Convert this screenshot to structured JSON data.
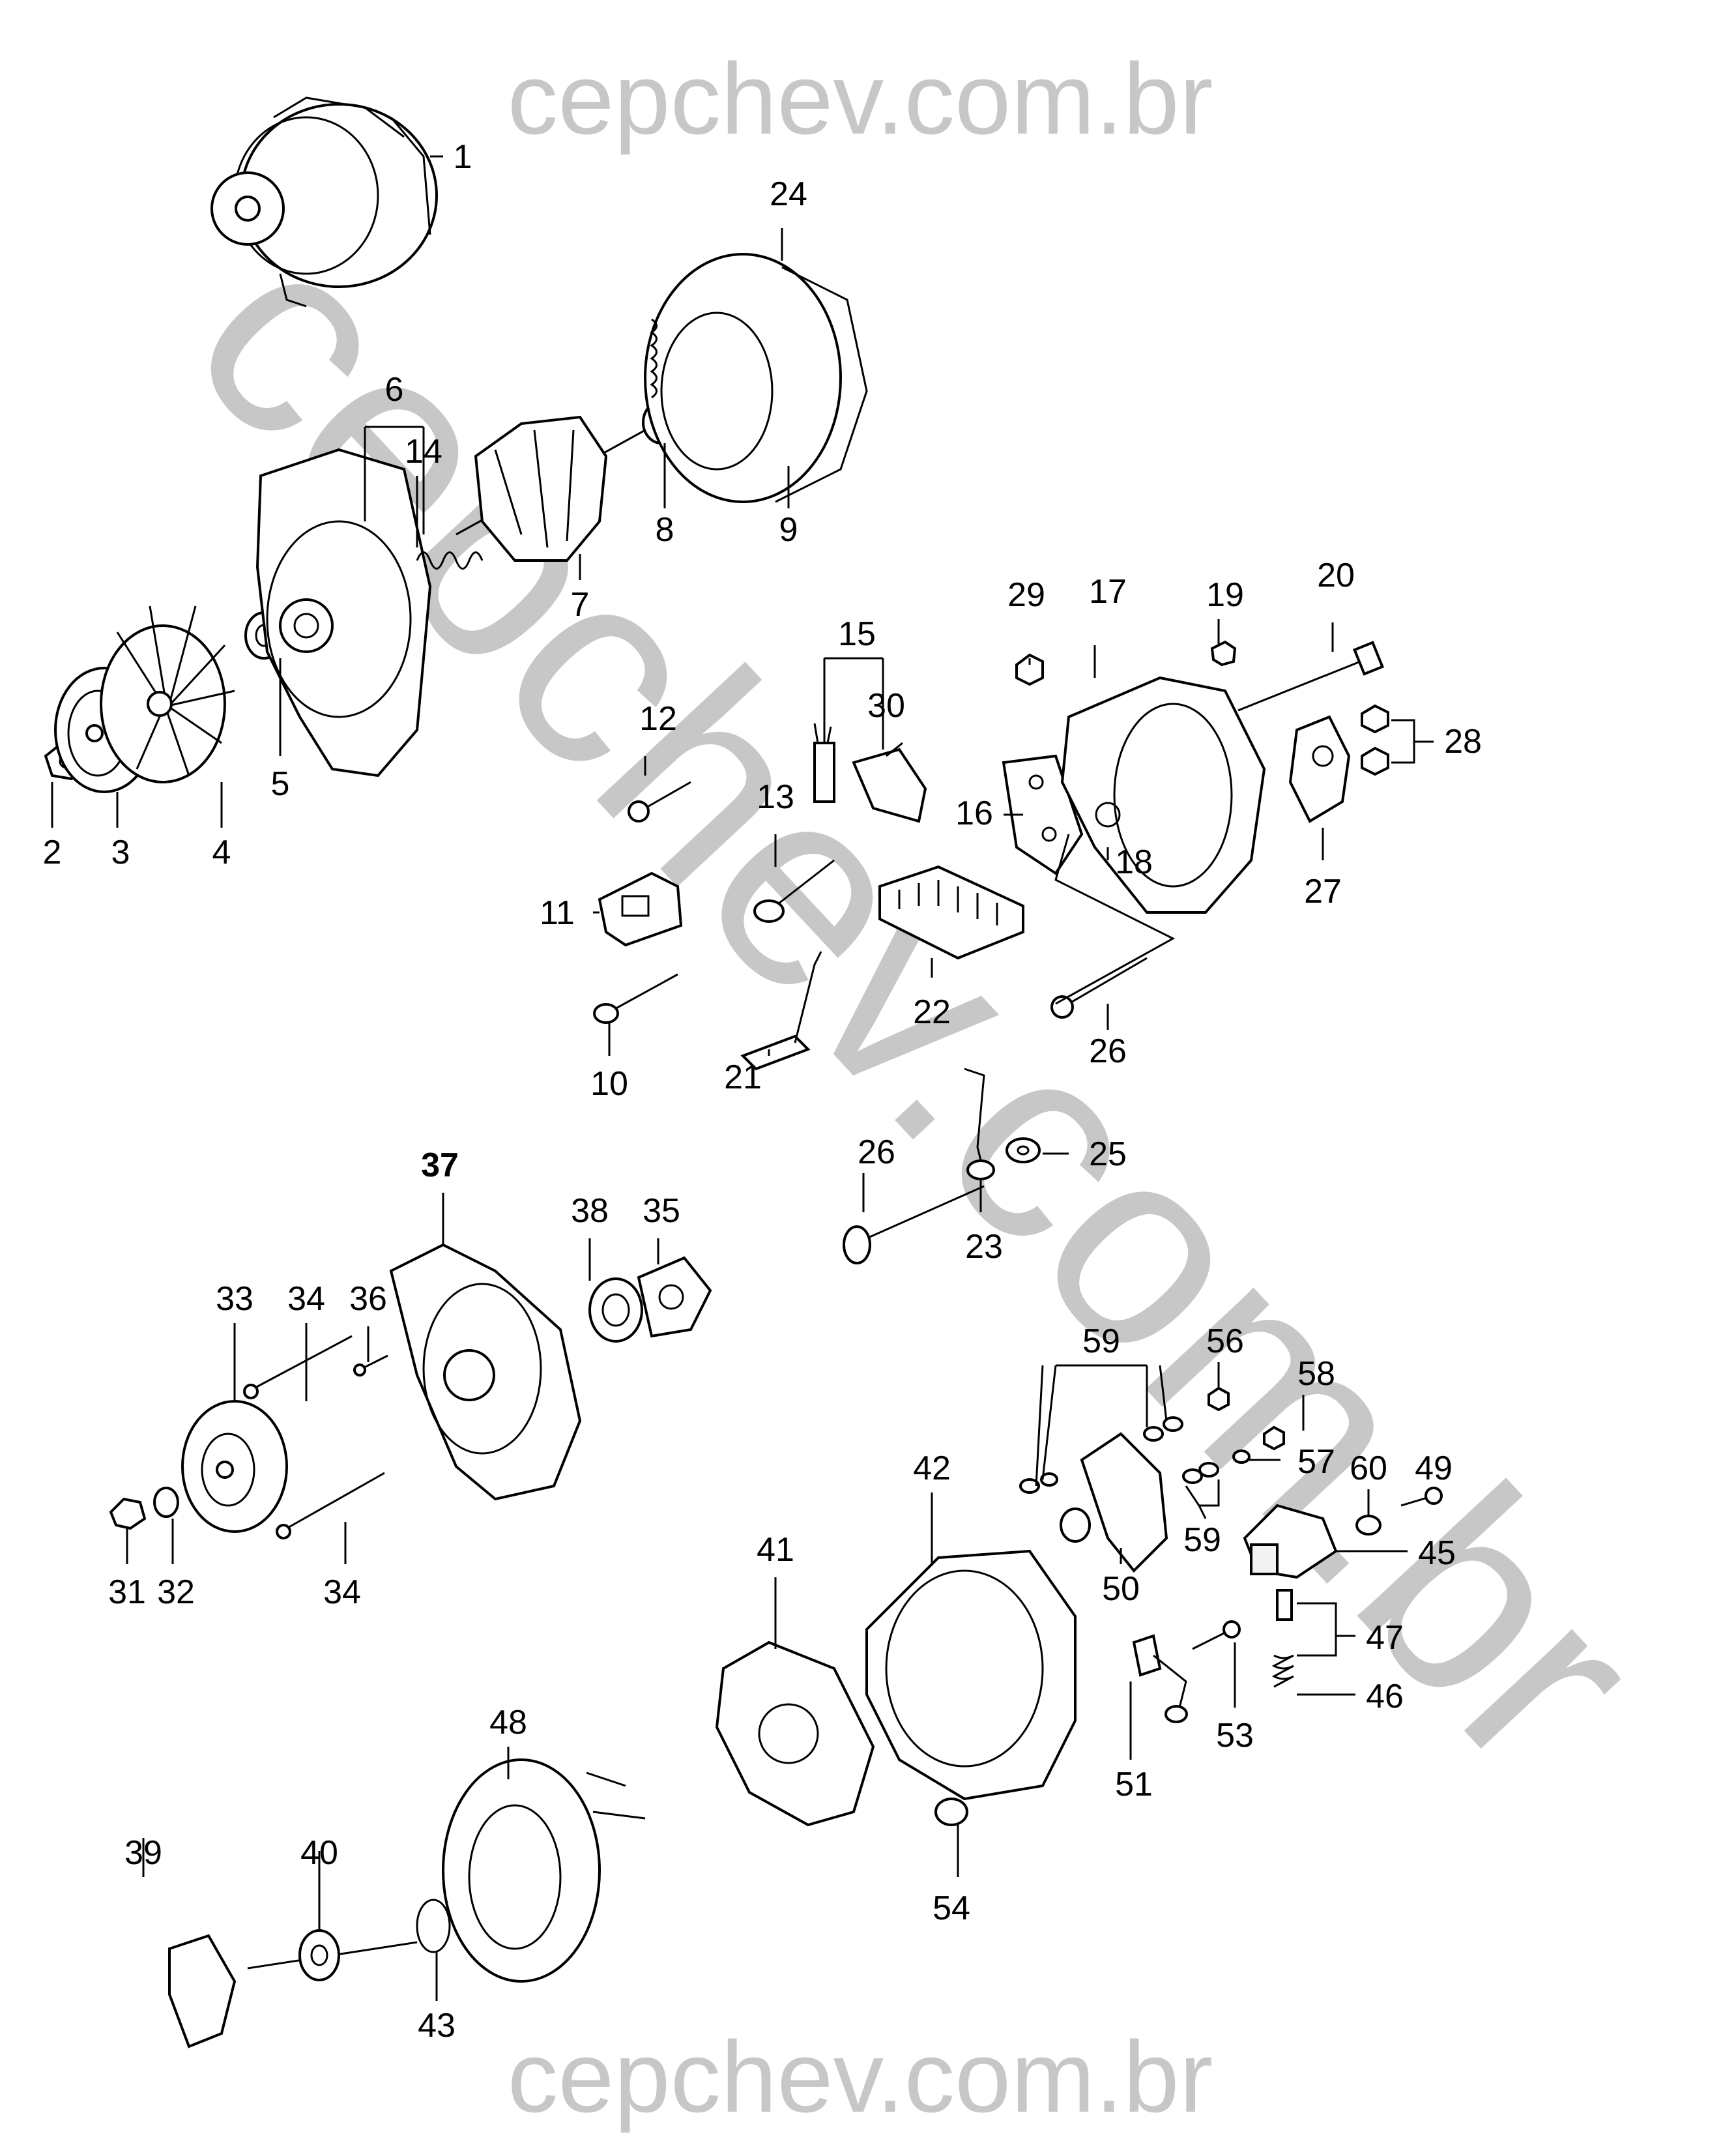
{
  "watermark": {
    "top": "cepchev.com.br",
    "bottom": "cepchev.com.br",
    "diagonal": "cepchev.com.br",
    "color": "#c7c7c7"
  },
  "callouts": [
    "1",
    "2",
    "3",
    "4",
    "5",
    "6",
    "7",
    "8",
    "9",
    "10",
    "11",
    "12",
    "13",
    "14",
    "15",
    "16",
    "17",
    "18",
    "19",
    "20",
    "21",
    "22",
    "23",
    "24",
    "25",
    "26",
    "26",
    "27",
    "28",
    "29",
    "30",
    "31",
    "32",
    "33",
    "34",
    "34",
    "35",
    "36",
    "37",
    "38",
    "39",
    "40",
    "41",
    "42",
    "43",
    "45",
    "46",
    "47",
    "48",
    "49",
    "50",
    "51",
    "53",
    "54",
    "56",
    "57",
    "58",
    "59",
    "59",
    "60"
  ]
}
